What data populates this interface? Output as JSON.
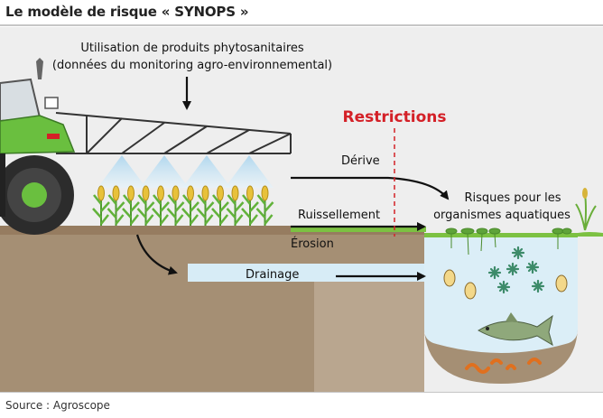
{
  "header": {
    "title": "Le modèle de risque « SYNOPS »"
  },
  "footer": {
    "source": "Source : Agroscope"
  },
  "diagram": {
    "label_input_line1": "Utilisation de produits phytosanitaires",
    "label_input_line2": "(données du monitoring agro-environnemental)",
    "label_restrictions": "Restrictions",
    "label_derive": "Dérive",
    "label_ruissellement": "Ruissellement",
    "label_erosion": "Érosion",
    "label_drainage": "Drainage",
    "label_risques_line1": "Risques pour les",
    "label_risques_line2": "organismes aquatiques"
  },
  "colors": {
    "restrictions": "#d42027",
    "soil": "#a58f74",
    "soil_dark": "#8a7259",
    "grass": "#7cc142",
    "water": "#dbeef7",
    "drainage_pipe": "#d7ecf6",
    "tractor_green": "#6abf3f",
    "spray": "#bcdff2"
  }
}
